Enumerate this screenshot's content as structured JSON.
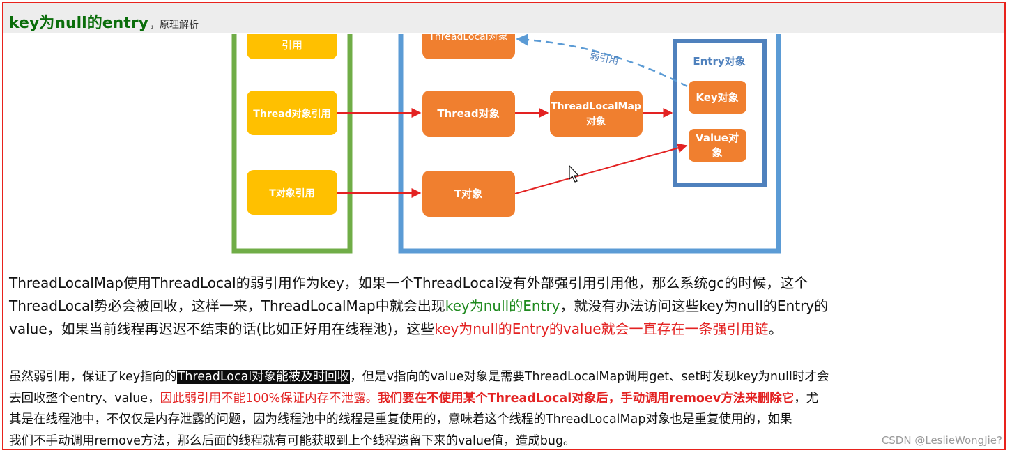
{
  "header": {
    "title": "key为null的entry",
    "subtitle": "，原理解析"
  },
  "diagram": {
    "partial_ref": "引用",
    "thread_ref": "Thread对象引用",
    "t_ref": "T对象引用",
    "threadlocal_obj": "ThreadLocal对象",
    "thread_obj": "Thread对象",
    "t_obj": "T对象",
    "tlmap_obj_line1": "ThreadLocalMap",
    "tlmap_obj_line2": "对象",
    "entry_title": "Entry对象",
    "key_obj": "Key对象",
    "value_obj_line1": "Value对",
    "value_obj_line2": "象",
    "weak_ref": "弱引用"
  },
  "para1": {
    "l1": "ThreadLocalMap使用ThreadLocal的弱引用作为key，如果一个ThreadLocal没有外部强引用引用他，那么系统gc的时候，这个",
    "l2a": "ThreadLocal势必会被回收，这样一来，ThreadLocalMap中就会出现",
    "l2b": "key为null的Entry",
    "l2c": "，就没有办法访问这些key为null的Entry的",
    "l3a": "value，如果当前线程再迟迟不结束的话(比如正好用在线程池)，这些",
    "l3b": "key为null的Entry的value就会一直存在一条强引用链",
    "l3c": "。"
  },
  "para2": {
    "l1a": "虽然弱引用，保证了key指向的",
    "l1b": "ThreadLocal对象能被及时回收",
    "l1c": "，但是v指向的value对象是需要ThreadLocalMap调用get、set时发现key为null时才会",
    "l2a": "去回收整个entry、value，",
    "l2b": "因此弱引用不能100%保证内存不泄露。",
    "l2c": "我们要在不使用某个ThreadLocal对象后，手动调用remoev方法来删除它",
    "l2d": "，尤",
    "l3": "其是在线程池中，不仅仅是内存泄露的问题，因为线程池中的线程是重复使用的，意味着这个线程的ThreadLocalMap对象也是重复使用的，如果",
    "l4": "我们不手动调用remove方法，那么后面的线程就有可能获取到上个线程遗留下来的value值，造成bug。"
  },
  "watermark": "CSDN @LeslieWongJie?",
  "colors": {
    "frame_red": "#e8221c",
    "title_green": "#0a6d0a",
    "stack_green": "#70ad47",
    "heap_blue": "#5b9bd5",
    "entry_blue": "#4f81bd",
    "ref_yellow": "#ffc000",
    "obj_orange": "#f07f2f",
    "arrow_red": "#e32222"
  }
}
